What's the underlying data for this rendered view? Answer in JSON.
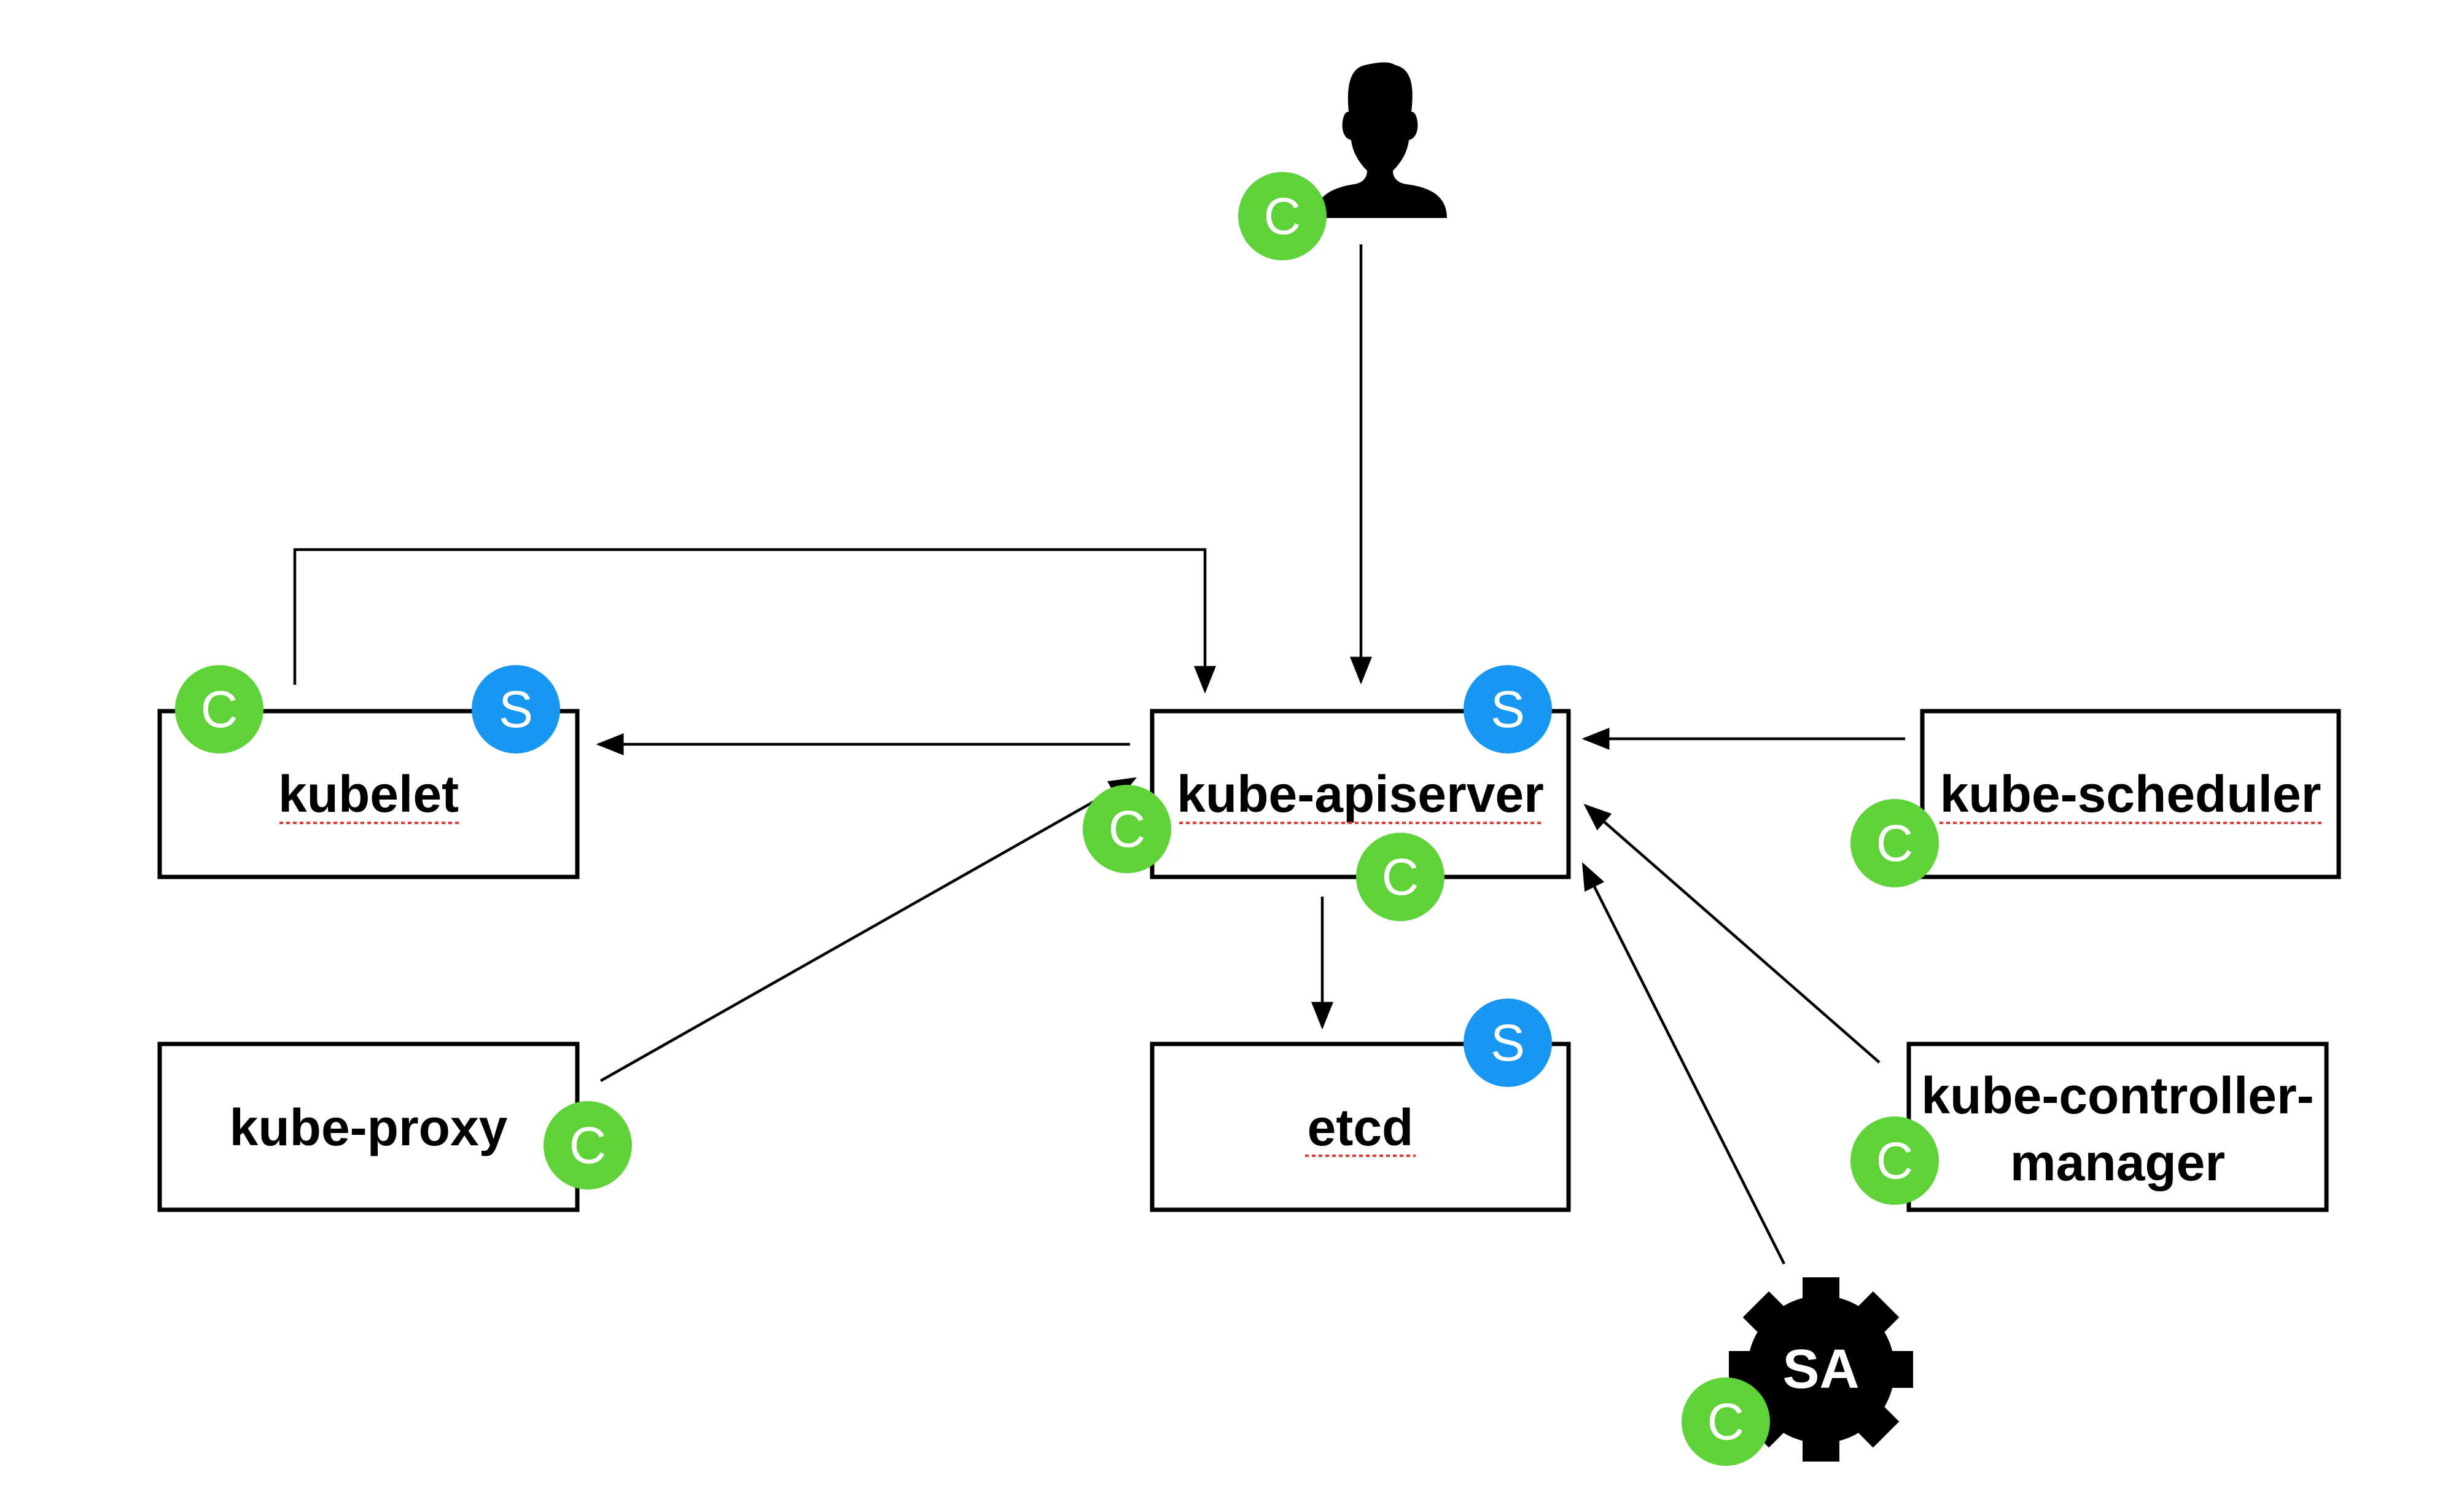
{
  "colors": {
    "client_badge": "#5fd23a",
    "server_badge": "#1797f2",
    "stroke": "#000000",
    "spellcheck": "#e53935"
  },
  "badges": {
    "client_letter": "C",
    "server_letter": "S"
  },
  "user": {
    "icon": "person-silhouette-icon"
  },
  "service_account": {
    "icon": "gear-icon",
    "label": "SA"
  },
  "components": {
    "kubelet": "kubelet",
    "apiserver": "kube-apiserver",
    "scheduler": "kube-scheduler",
    "proxy": "kube-proxy",
    "etcd": "etcd",
    "controller_manager_line1": "kube-controller-",
    "controller_manager_line2": "manager"
  }
}
